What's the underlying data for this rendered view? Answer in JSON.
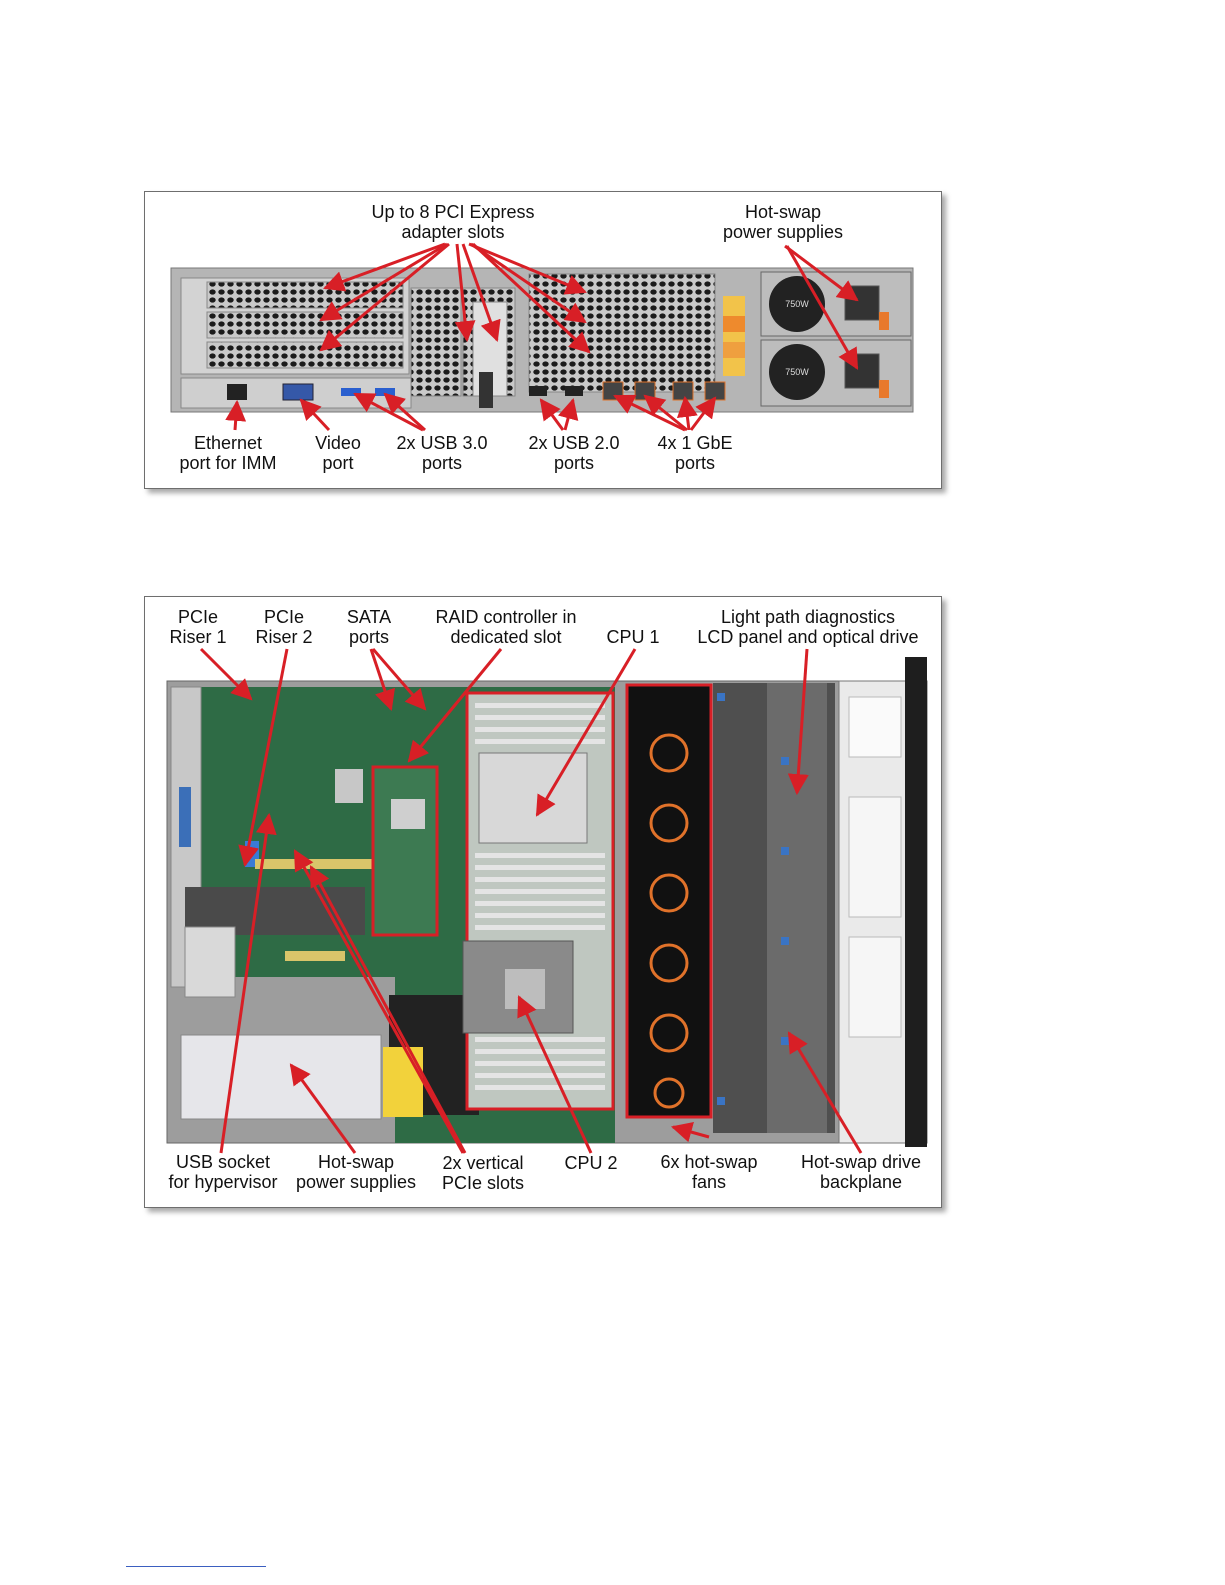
{
  "rear_view": {
    "labels": {
      "pci_slots": [
        "Up to 8 PCI Express",
        "adapter slots"
      ],
      "power_supplies": [
        "Hot-swap",
        "power supplies"
      ],
      "ethernet_imm": [
        "Ethernet",
        "port for IMM"
      ],
      "video_port": [
        "Video",
        "port"
      ],
      "usb3": [
        "2x USB 3.0",
        "ports"
      ],
      "usb2": [
        "2x USB 2.0",
        "ports"
      ],
      "gbe": [
        "4x 1 GbE",
        "ports"
      ]
    },
    "psu_rating": "750W"
  },
  "top_view": {
    "labels": {
      "riser1": [
        "PCIe",
        "Riser 1"
      ],
      "riser2": [
        "PCIe",
        "Riser 2"
      ],
      "sata": [
        "SATA",
        "ports"
      ],
      "raid": [
        "RAID controller in",
        "dedicated slot"
      ],
      "cpu1": [
        "CPU 1"
      ],
      "lightpath": [
        "Light path diagnostics",
        "LCD panel and optical drive"
      ],
      "usb_hyp": [
        "USB socket",
        "for hypervisor"
      ],
      "psu": [
        "Hot-swap",
        "power supplies"
      ],
      "vpcie": [
        "2x vertical",
        "PCIe slots"
      ],
      "cpu2": [
        "CPU 2"
      ],
      "fans": [
        "6x hot-swap",
        "fans"
      ],
      "backplane": [
        "Hot-swap drive",
        "backplane"
      ]
    }
  },
  "colors": {
    "arrow": "#d81f26",
    "highlight": "#d81f26"
  }
}
